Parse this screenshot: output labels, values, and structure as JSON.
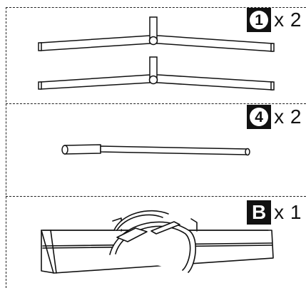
{
  "panels": [
    {
      "badge": "1",
      "badge_style": "circle",
      "quantity": "x 2",
      "part_icon": "t-base-leg-icon"
    },
    {
      "badge": "4",
      "badge_style": "circle",
      "quantity": "x 2",
      "part_icon": "pole-tube-icon"
    },
    {
      "badge": "B",
      "badge_style": "square",
      "quantity": "x 1",
      "part_icon": "carry-bag-icon"
    }
  ],
  "colors": {
    "ink": "#111111",
    "paper": "#ffffff"
  }
}
